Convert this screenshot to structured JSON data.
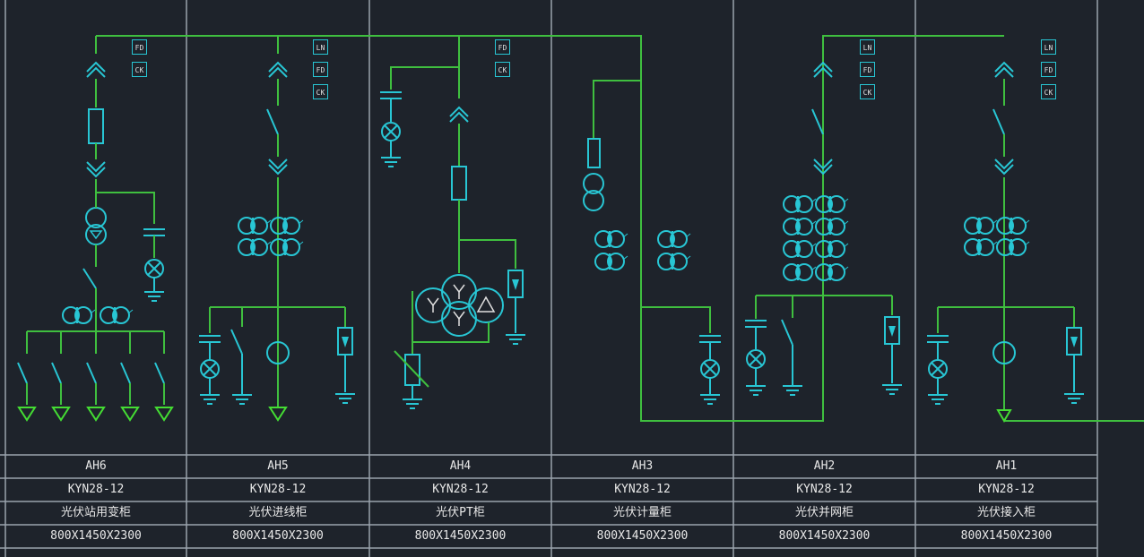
{
  "colors": {
    "background": "#1e232b",
    "bus_line": "#3fbf3f",
    "feeder_arrow": "#44dd33",
    "symbol": "#28c6d4",
    "grid": "#9aa3ad",
    "text": "#e8e8e8"
  },
  "panels": [
    {
      "id": "AH6",
      "model": "KYN28-12",
      "name": "光伏站用变柜",
      "size": "800X1450X2300",
      "indicators": [
        "FD",
        "CK"
      ]
    },
    {
      "id": "AH5",
      "model": "KYN28-12",
      "name": "光伏进线柜",
      "size": "800X1450X2300",
      "indicators": [
        "LN",
        "FD",
        "CK"
      ]
    },
    {
      "id": "AH4",
      "model": "KYN28-12",
      "name": "光伏PT柜",
      "size": "800X1450X2300",
      "indicators": [
        "FD",
        "CK"
      ]
    },
    {
      "id": "AH3",
      "model": "KYN28-12",
      "name": "光伏计量柜",
      "size": "800X1450X2300",
      "indicators": []
    },
    {
      "id": "AH2",
      "model": "KYN28-12",
      "name": "光伏并网柜",
      "size": "800X1450X2300",
      "indicators": [
        "LN",
        "FD",
        "CK"
      ]
    },
    {
      "id": "AH1",
      "model": "KYN28-12",
      "name": "光伏接入柜",
      "size": "800X1450X2300",
      "indicators": [
        "LN",
        "FD",
        "CK"
      ]
    }
  ]
}
